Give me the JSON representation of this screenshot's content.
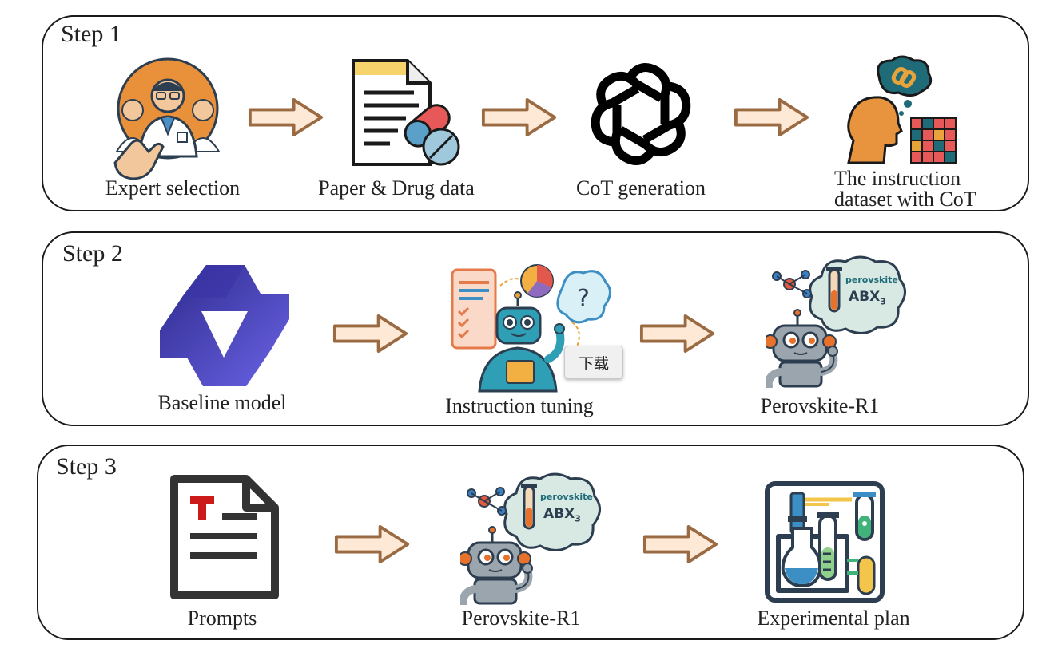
{
  "steps": [
    {
      "title": "Step 1",
      "items": [
        {
          "label": "Expert selection",
          "icon": "expert-selection-icon"
        },
        {
          "label": "Paper & Drug data",
          "icon": "paper-drug-icon"
        },
        {
          "label": "CoT generation",
          "icon": "openai-logo-icon"
        },
        {
          "label_line1": "The instruction",
          "label_line2": "dataset with CoT",
          "icon": "head-dataset-icon"
        }
      ]
    },
    {
      "title": "Step 2",
      "items": [
        {
          "label": "Baseline model",
          "icon": "qwen-logo-icon"
        },
        {
          "label": "Instruction tuning",
          "icon": "robot-learning-icon"
        },
        {
          "label": "Perovskite-R1",
          "icon": "thinking-robot-icon"
        }
      ]
    },
    {
      "title": "Step 3",
      "items": [
        {
          "label": "Prompts",
          "icon": "text-document-icon"
        },
        {
          "label": "Perovskite-R1",
          "icon": "thinking-robot-icon"
        },
        {
          "label": "Experimental plan",
          "icon": "lab-flask-icon"
        }
      ]
    }
  ],
  "robot_bubble": {
    "line1": "perovskite",
    "line2": "ABX3"
  },
  "tooltip": {
    "label": "下载"
  },
  "colors": {
    "arrow_fill": "#fde9d6",
    "arrow_stroke": "#9a6a43",
    "qwen": "#5b4fcf",
    "border": "#1a1a1a"
  }
}
